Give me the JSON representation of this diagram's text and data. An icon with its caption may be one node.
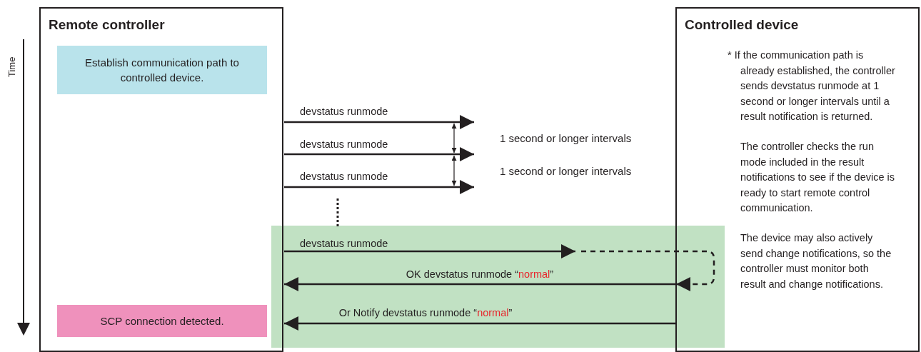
{
  "diagram": {
    "nodes": [
      {
        "text": [
          "Remote controller"
        ]
      },
      {
        "text": [
          "Establish communication path to controlled device."
        ],
        "in": 0
      },
      {
        "text": [
          "SCP connection detected."
        ],
        "in": 0
      },
      {
        "text": [
          "Controlled device",
          "* If the communication path is already established, the controller sends devstatus runmode at 1 second or longer intervals until a result notification is returned.",
          "The controller checks the run mode included in the result notifications to see if the device is ready to start remote control communication.",
          "The device may also actively send change notifications, so the controller must monitor both result and change notifications."
        ]
      }
    ],
    "edges": [
      {
        "from": 0,
        "to": null,
        "arrow": "to",
        "label": "devstatus runmode"
      },
      {
        "from": 0,
        "to": null,
        "arrow": "to",
        "label": "devstatus runmode"
      },
      {
        "from": 0,
        "to": null,
        "arrow": "to",
        "label": "devstatus runmode"
      },
      {
        "from": 0,
        "to": null,
        "arrow": "to",
        "label": "devstatus runmode"
      },
      {
        "from": null,
        "to": 3,
        "arrow": "to",
        "style": "dashed"
      },
      {
        "from": 3,
        "to": 0,
        "arrow": "to",
        "label": "OK devstatus runmode “normal”"
      },
      {
        "from": 3,
        "to": 0,
        "arrow": "to",
        "label": "Or Notify devstatus runmode “normal”"
      }
    ],
    "labels": [
      "Time",
      "1 second or longer intervals",
      "1 second or longer intervals"
    ]
  }
}
